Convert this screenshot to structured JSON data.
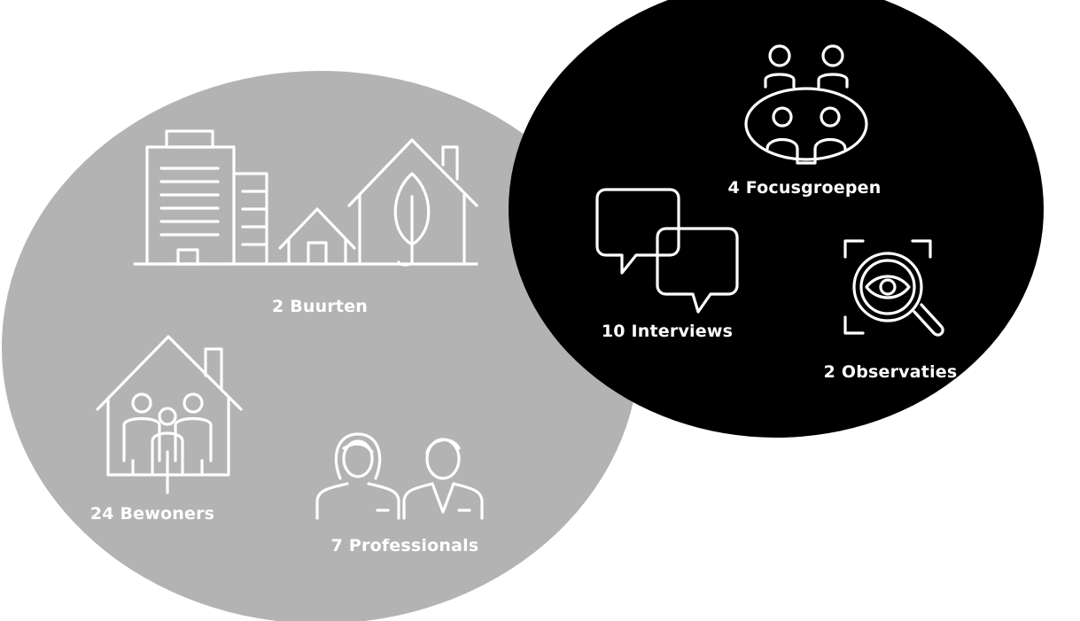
{
  "colors": {
    "left_circle": "#b3b3b3",
    "right_circle": "#000000",
    "icon_stroke": "#ffffff",
    "background": "#ffffff"
  },
  "left_group": {
    "items": [
      {
        "icon": "buildings-and-houses-icon",
        "label": "2 Buurten"
      },
      {
        "icon": "family-house-icon",
        "label": "24 Bewoners"
      },
      {
        "icon": "professionals-icon",
        "label": "7 Professionals"
      }
    ]
  },
  "right_group": {
    "items": [
      {
        "icon": "meeting-table-icon",
        "label": "4 Focusgroepen"
      },
      {
        "icon": "speech-bubbles-icon",
        "label": "10 Interviews"
      },
      {
        "icon": "eye-magnifier-icon",
        "label": "2 Observaties"
      }
    ]
  }
}
